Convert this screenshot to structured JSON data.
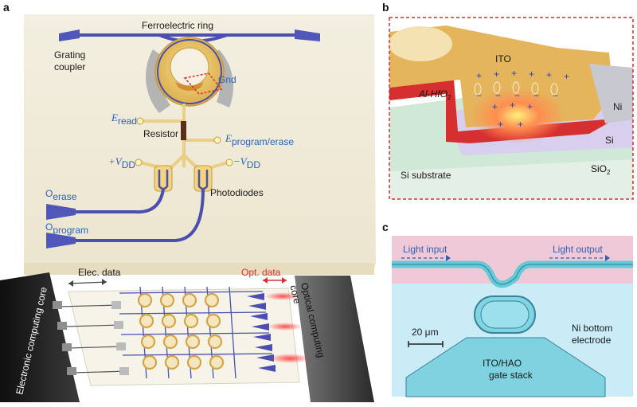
{
  "panels": {
    "a": "a",
    "b": "b",
    "c": "c"
  },
  "panel_a": {
    "ring_label": "Ferroelectric ring",
    "grating_coupler": "Grating coupler",
    "gnd": "Gnd",
    "e_read": "E",
    "e_read_sub": "read",
    "resistor": "Resistor",
    "e_prog": "E",
    "e_prog_sub": "program/erase",
    "vdd_plus": "+V",
    "vdd_plus_sub": "DD",
    "vdd_minus": "−V",
    "vdd_minus_sub": "DD",
    "photodiodes": "Photodiodes",
    "o_erase": "O",
    "o_erase_sub": "erase",
    "o_program": "O",
    "o_program_sub": "program",
    "elec_data": "Elec. data",
    "opt_data": "Opt. data",
    "electronic_core": "Electronic computing core",
    "optical_core": "Optical computing core"
  },
  "panel_b": {
    "ito": "ITO",
    "al_hio": "Al-HfO",
    "al_hio_sub": "2",
    "ni": "Ni",
    "si": "Si",
    "sio2": "SiO",
    "sio2_sub": "2",
    "si_substrate": "Si substrate"
  },
  "panel_c": {
    "light_input": "Light input",
    "light_output": "Light output",
    "scale": "20 μm",
    "ni_bottom": "Ni bottom electrode",
    "ito_hao": "ITO/HAO gate stack"
  },
  "colors": {
    "accent_blue": "#2a62b8",
    "waveguide": "#4a4fb0",
    "gold": "#e2b650",
    "opt_red": "#d93030"
  }
}
